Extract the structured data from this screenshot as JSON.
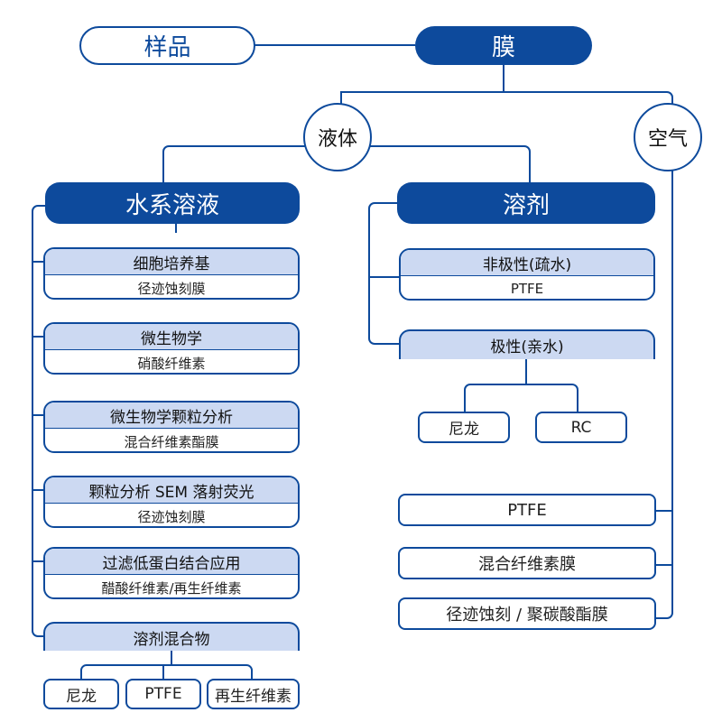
{
  "nodes": {
    "sample": "样品",
    "membrane": "膜",
    "liquid": "液体",
    "air": "空气",
    "aqueous": "水系溶液",
    "solvent": "溶剂"
  },
  "aqueous_items": [
    {
      "title": "细胞培养基",
      "detail": "径迹蚀刻膜"
    },
    {
      "title": "微生物学",
      "detail": "硝酸纤维素"
    },
    {
      "title": "微生物学颗粒分析",
      "detail": "混合纤维素酯膜"
    },
    {
      "title": "颗粒分析 SEM 落射荧光",
      "detail": "径迹蚀刻膜"
    },
    {
      "title": "过滤低蛋白结合应用",
      "detail": "醋酸纤维素/再生纤维素"
    }
  ],
  "solvent_mix": {
    "title": "溶剂混合物",
    "leaves": [
      "尼龙",
      "PTFE",
      "再生纤维素"
    ]
  },
  "solvent_items": {
    "nonpolar": {
      "title": "非极性(疏水)",
      "detail": "PTFE"
    },
    "polar": {
      "title": "极性(亲水)",
      "leaves": [
        "尼龙",
        "RC"
      ]
    }
  },
  "air_items": [
    "PTFE",
    "混合纤维素膜",
    "径迹蚀刻 / 聚碳酸酯膜"
  ],
  "colors": {
    "primary": "#0d4a9c",
    "tint": "#ccd9f2",
    "background": "#ffffff"
  }
}
